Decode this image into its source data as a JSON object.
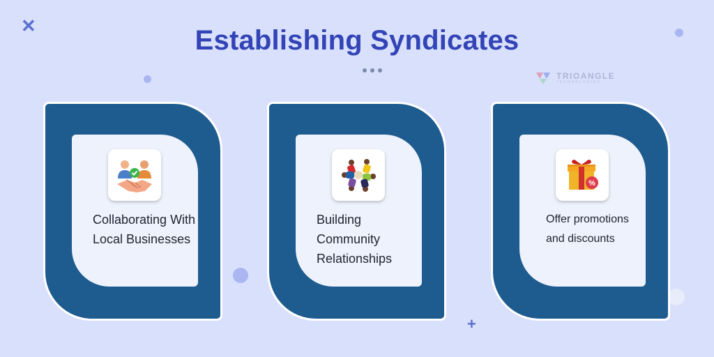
{
  "page": {
    "title": "Establishing Syndicates"
  },
  "brand": {
    "name": "TRIOANGLE",
    "tagline": "TECHNOLOGIES"
  },
  "cards": [
    {
      "label": "Collaborating With Local Businesses",
      "icon": "handshake-icon"
    },
    {
      "label": "Building Community Relationships",
      "icon": "community-icon"
    },
    {
      "label": "Offer promotions and discounts",
      "icon": "gift-discount-icon"
    }
  ],
  "colors": {
    "background": "#d9e0fb",
    "title": "#3244b6",
    "card": "#1e5b8e",
    "card_inner": "#eef2fc"
  }
}
